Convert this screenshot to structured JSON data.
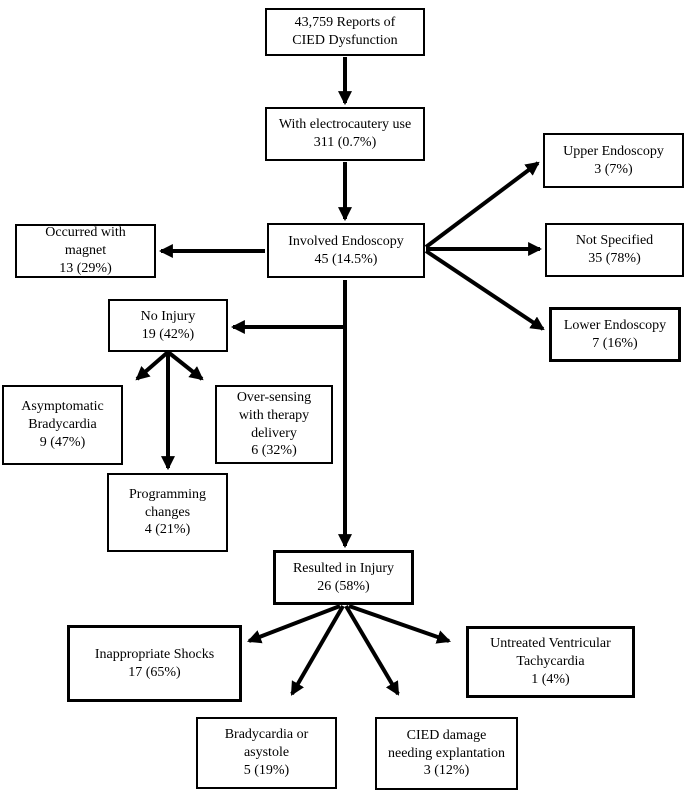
{
  "figure_type": "flowchart",
  "colors": {
    "box_border": "#000000",
    "text": "#000000",
    "background": "#ffffff",
    "arrow": "#000000"
  },
  "nodes": {
    "total_reports": {
      "text": "43,759 Reports of\nCIED Dysfunction",
      "count": 43759
    },
    "electrocautery": {
      "text": "With electrocautery use\n311 (0.7%)",
      "count": 311,
      "percent": "0.7%"
    },
    "involved_endoscopy": {
      "text": "Involved Endoscopy\n45 (14.5%)",
      "count": 45,
      "percent": "14.5%"
    },
    "upper_endoscopy": {
      "text": "Upper Endoscopy\n3 (7%)",
      "count": 3,
      "percent": "7%"
    },
    "not_specified": {
      "text": "Not Specified\n35 (78%)",
      "count": 35,
      "percent": "78%"
    },
    "lower_endoscopy": {
      "text": "Lower Endoscopy\n7 (16%)",
      "count": 7,
      "percent": "16%"
    },
    "occurred_with_magnet": {
      "text": "Occurred with\nmagnet\n13 (29%)",
      "count": 13,
      "percent": "29%"
    },
    "no_injury": {
      "text": "No Injury\n19 (42%)",
      "count": 19,
      "percent": "42%"
    },
    "asymptomatic_bradycardia": {
      "text": "Asymptomatic\nBradycardia\n9 (47%)",
      "count": 9,
      "percent": "47%"
    },
    "oversensing_therapy": {
      "text": "Over-sensing\nwith therapy\ndelivery\n6 (32%)",
      "count": 6,
      "percent": "32%"
    },
    "programming_changes": {
      "text": "Programming\nchanges\n4 (21%)",
      "count": 4,
      "percent": "21%"
    },
    "resulted_in_injury": {
      "text": "Resulted in Injury\n26 (58%)",
      "count": 26,
      "percent": "58%"
    },
    "inappropriate_shocks": {
      "text": "Inappropriate Shocks\n17 (65%)",
      "count": 17,
      "percent": "65%"
    },
    "bradycardia_asystole": {
      "text": "Bradycardia or\nasystole\n5 (19%)",
      "count": 5,
      "percent": "19%"
    },
    "cied_damage": {
      "text": "CIED damage\nneeding explantation\n3 (12%)",
      "count": 3,
      "percent": "12%"
    },
    "untreated_vt": {
      "text": "Untreated Ventricular\nTachycardia\n1 (4%)",
      "count": 1,
      "percent": "4%"
    }
  },
  "edges": [
    {
      "from": "total_reports",
      "to": "electrocautery"
    },
    {
      "from": "electrocautery",
      "to": "involved_endoscopy"
    },
    {
      "from": "involved_endoscopy",
      "to": "upper_endoscopy"
    },
    {
      "from": "involved_endoscopy",
      "to": "not_specified"
    },
    {
      "from": "involved_endoscopy",
      "to": "lower_endoscopy"
    },
    {
      "from": "involved_endoscopy",
      "to": "occurred_with_magnet"
    },
    {
      "from": "involved_endoscopy",
      "to": "no_injury"
    },
    {
      "from": "involved_endoscopy",
      "to": "resulted_in_injury"
    },
    {
      "from": "no_injury",
      "to": "asymptomatic_bradycardia"
    },
    {
      "from": "no_injury",
      "to": "programming_changes"
    },
    {
      "from": "no_injury",
      "to": "oversensing_therapy"
    },
    {
      "from": "resulted_in_injury",
      "to": "inappropriate_shocks"
    },
    {
      "from": "resulted_in_injury",
      "to": "bradycardia_asystole"
    },
    {
      "from": "resulted_in_injury",
      "to": "cied_damage"
    },
    {
      "from": "resulted_in_injury",
      "to": "untreated_vt"
    }
  ]
}
